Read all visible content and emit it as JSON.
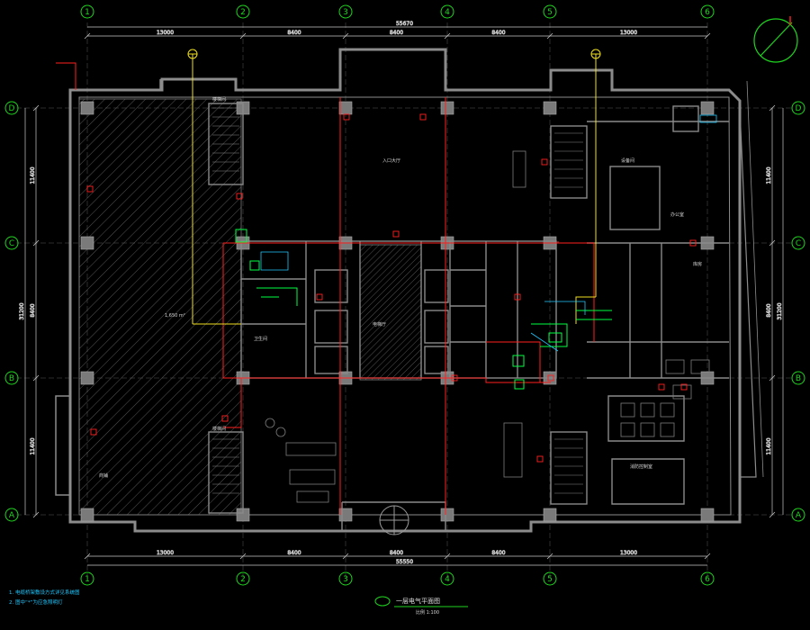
{
  "drawing": {
    "title": "一层电气平面图",
    "subtitle": "比例 1:100",
    "area_label": "1,650 m²"
  },
  "grid_columns": [
    "1",
    "2",
    "3",
    "4",
    "5",
    "6"
  ],
  "grid_rows": [
    "D",
    "C",
    "B",
    "A"
  ],
  "dimensions": {
    "top_total": "55670",
    "top_segments": [
      "13000",
      "8400",
      "8400",
      "8400",
      "13000"
    ],
    "bottom_total": "55550",
    "bottom_segments": [
      "13000",
      "8400",
      "8400",
      "8400",
      "13000"
    ],
    "left_segments": [
      "11400",
      "8400",
      "11400"
    ],
    "left_total": "31200",
    "right_segments": [
      "11400",
      "8400",
      "11400"
    ],
    "right_total": "31200"
  },
  "rooms": [
    {
      "key": "hall",
      "text": "入口大厅"
    },
    {
      "key": "lobby",
      "text": "电梯厅"
    },
    {
      "key": "office",
      "text": "办公室"
    },
    {
      "key": "equip",
      "text": "设备间"
    },
    {
      "key": "stair1",
      "text": "楼梯间"
    },
    {
      "key": "stair2",
      "text": "楼梯间"
    },
    {
      "key": "toilet",
      "text": "卫生间"
    },
    {
      "key": "shop",
      "text": "商铺"
    },
    {
      "key": "control",
      "text": "消防控制室"
    },
    {
      "key": "store",
      "text": "库房"
    }
  ],
  "notes": [
    "1. 电缆桥架敷设方式详见系统图",
    "2. 图中“*”为应急照明灯"
  ],
  "colors": {
    "background": "#000000",
    "grid_axis": "#1fd51f",
    "walls": "#8c8c8c",
    "dimension": "#c8c8c8",
    "power_red": "#ff2020",
    "feeder_yellow": "#f0e020",
    "note_cyan": "#20c8ff",
    "equipment_green": "#00ff40"
  }
}
